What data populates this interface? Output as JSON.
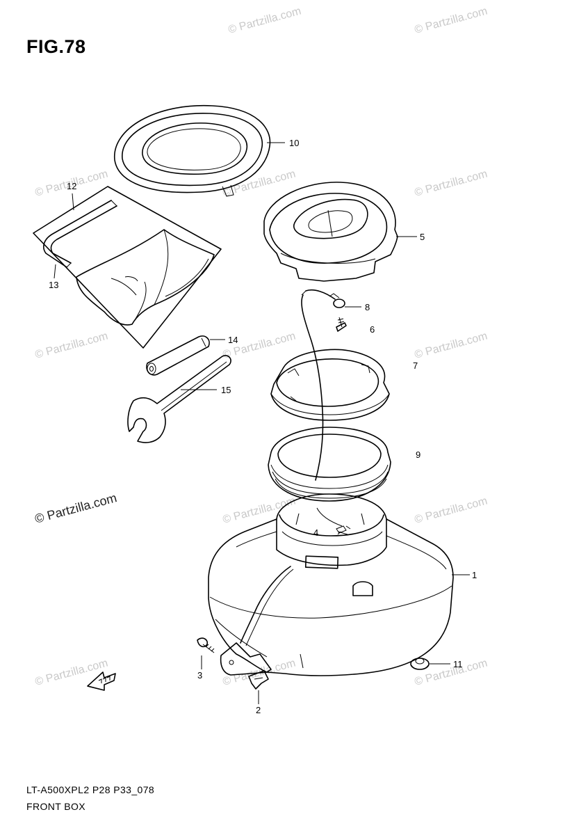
{
  "figure": {
    "title": "FIG.78",
    "model_code": "LT-A500XPL2 P28 P33_078",
    "section_name": "FRONT BOX"
  },
  "watermark": {
    "text": "© Partzilla.com"
  },
  "callouts": [
    {
      "id": "1",
      "label": "1"
    },
    {
      "id": "2",
      "label": "2"
    },
    {
      "id": "3",
      "label": "3"
    },
    {
      "id": "4",
      "label": "4"
    },
    {
      "id": "5",
      "label": "5"
    },
    {
      "id": "6",
      "label": "6"
    },
    {
      "id": "7",
      "label": "7"
    },
    {
      "id": "8",
      "label": "8"
    },
    {
      "id": "9",
      "label": "9"
    },
    {
      "id": "10",
      "label": "10"
    },
    {
      "id": "11",
      "label": "11"
    },
    {
      "id": "12",
      "label": "12"
    },
    {
      "id": "13",
      "label": "13"
    },
    {
      "id": "14",
      "label": "14"
    },
    {
      "id": "15",
      "label": "15"
    }
  ],
  "front_arrow_icon": "front-direction-arrow-icon"
}
